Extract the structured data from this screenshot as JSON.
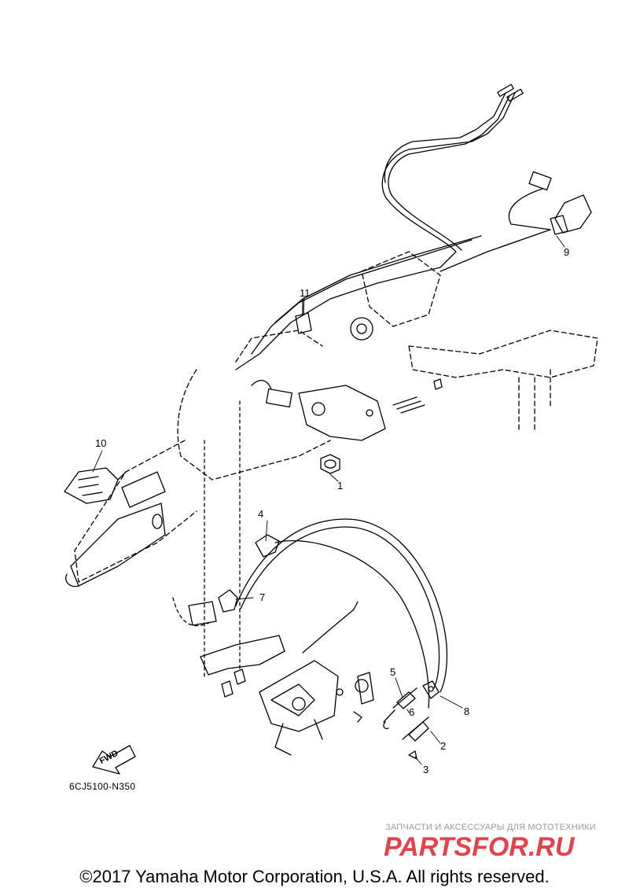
{
  "diagram": {
    "callouts": [
      "1",
      "2",
      "3",
      "4",
      "5",
      "6",
      "7",
      "8",
      "9",
      "10",
      "11"
    ],
    "fwd_label": "FWD",
    "part_code": "6CJ5100-N350"
  },
  "watermark": {
    "tagline": "ЗАПЧАСТИ И АКСЕССУАРЫ ДЛЯ МОТОТЕХНИКИ",
    "logo_text": "PARTSFOR.RU",
    "logo_color": "#e0454d"
  },
  "footer": {
    "copyright": "©2017 Yamaha Motor Corporation, U.S.A. All rights reserved."
  }
}
